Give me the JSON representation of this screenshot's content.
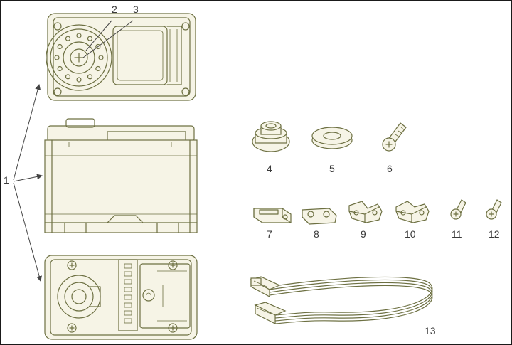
{
  "labels": {
    "n1": "1",
    "n2": "2",
    "n3": "3",
    "n4": "4",
    "n5": "5",
    "n6": "6",
    "n7": "7",
    "n8": "8",
    "n9": "9",
    "n10": "10",
    "n11": "11",
    "n12": "12",
    "n13": "13"
  },
  "colors": {
    "line": "#6d7042",
    "fill": "#f6f4e6",
    "label": "#3a3a3a",
    "border": "#1a1a1a"
  }
}
